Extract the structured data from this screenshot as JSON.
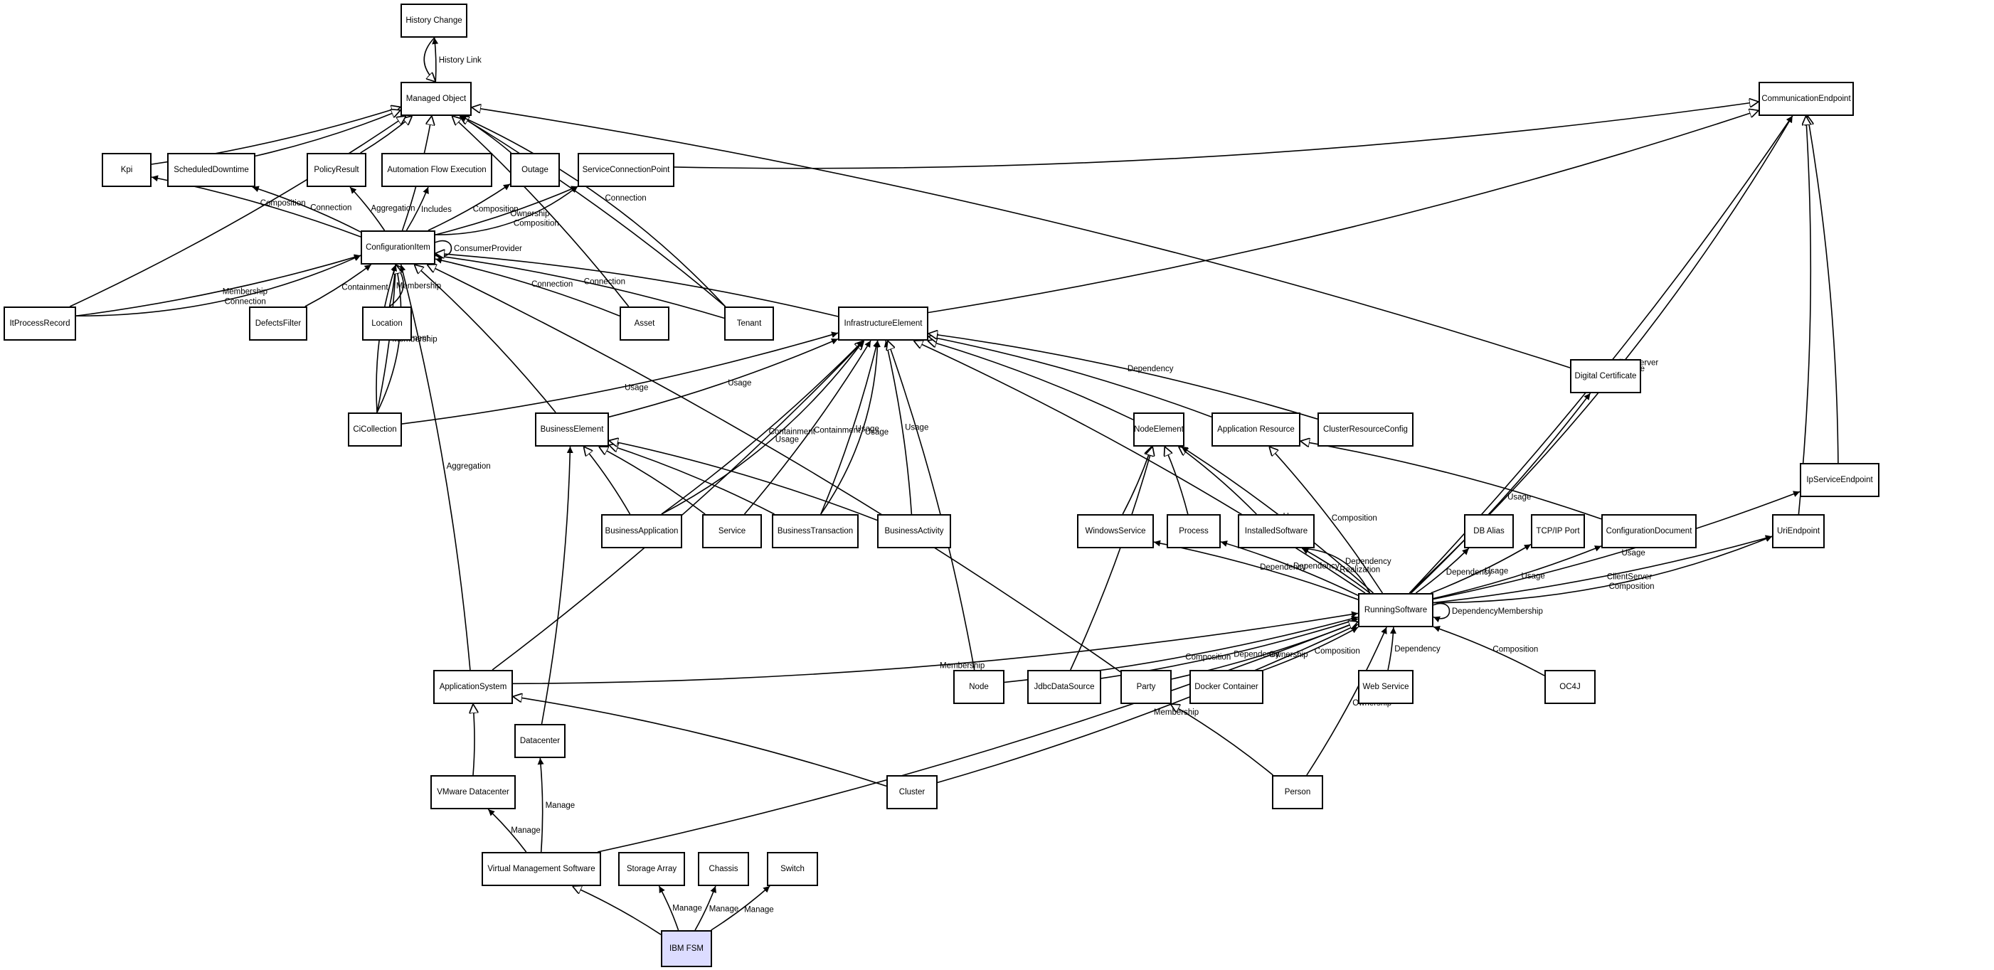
{
  "diagram": {
    "nodes": [
      {
        "id": "history_change",
        "label": "History Change"
      },
      {
        "id": "managed_object",
        "label": "Managed Object"
      },
      {
        "id": "communication_endpoint",
        "label": "CommunicationEndpoint"
      },
      {
        "id": "kpi",
        "label": "Kpi"
      },
      {
        "id": "scheduled_downtime",
        "label": "ScheduledDowntime"
      },
      {
        "id": "policy_result",
        "label": "PolicyResult"
      },
      {
        "id": "automation_flow_execution",
        "label": "Automation Flow Execution"
      },
      {
        "id": "outage",
        "label": "Outage"
      },
      {
        "id": "service_connection_point",
        "label": "ServiceConnectionPoint"
      },
      {
        "id": "configuration_item",
        "label": "ConfigurationItem"
      },
      {
        "id": "it_process_record",
        "label": "ItProcessRecord"
      },
      {
        "id": "defects_filter",
        "label": "DefectsFilter"
      },
      {
        "id": "location",
        "label": "Location"
      },
      {
        "id": "asset",
        "label": "Asset"
      },
      {
        "id": "tenant",
        "label": "Tenant"
      },
      {
        "id": "infrastructure_element",
        "label": "InfrastructureElement"
      },
      {
        "id": "digital_certificate",
        "label": "Digital Certificate"
      },
      {
        "id": "ci_collection",
        "label": "CiCollection"
      },
      {
        "id": "business_element",
        "label": "BusinessElement"
      },
      {
        "id": "node_element",
        "label": "NodeElement"
      },
      {
        "id": "application_resource",
        "label": "Application Resource"
      },
      {
        "id": "cluster_resource_config",
        "label": "ClusterResourceConfig"
      },
      {
        "id": "ip_service_endpoint",
        "label": "IpServiceEndpoint"
      },
      {
        "id": "business_application",
        "label": "BusinessApplication"
      },
      {
        "id": "service",
        "label": "Service"
      },
      {
        "id": "business_transaction",
        "label": "BusinessTransaction"
      },
      {
        "id": "business_activity",
        "label": "BusinessActivity"
      },
      {
        "id": "windows_service",
        "label": "WindowsService"
      },
      {
        "id": "process",
        "label": "Process"
      },
      {
        "id": "installed_software",
        "label": "InstalledSoftware"
      },
      {
        "id": "db_alias",
        "label": "DB Alias"
      },
      {
        "id": "tcpip_port",
        "label": "TCP/IP Port"
      },
      {
        "id": "configuration_document",
        "label": "ConfigurationDocument"
      },
      {
        "id": "uri_endpoint",
        "label": "UriEndpoint"
      },
      {
        "id": "running_software",
        "label": "RunningSoftware"
      },
      {
        "id": "application_system",
        "label": "ApplicationSystem"
      },
      {
        "id": "node",
        "label": "Node"
      },
      {
        "id": "jdbc_data_source",
        "label": "JdbcDataSource"
      },
      {
        "id": "party",
        "label": "Party"
      },
      {
        "id": "docker_container",
        "label": "Docker Container"
      },
      {
        "id": "web_service",
        "label": "Web Service"
      },
      {
        "id": "oc4j",
        "label": "OC4J"
      },
      {
        "id": "datacenter",
        "label": "Datacenter"
      },
      {
        "id": "vmware_datacenter",
        "label": "VMware Datacenter"
      },
      {
        "id": "cluster",
        "label": "Cluster"
      },
      {
        "id": "person",
        "label": "Person"
      },
      {
        "id": "virtual_management_software",
        "label": "Virtual Management Software"
      },
      {
        "id": "storage_array",
        "label": "Storage Array"
      },
      {
        "id": "chassis",
        "label": "Chassis"
      },
      {
        "id": "switch",
        "label": "Switch"
      },
      {
        "id": "ibm_fsm",
        "label": "IBM FSM",
        "highlight": true
      }
    ],
    "edges": [
      {
        "from": "managed_object",
        "to": "history_change",
        "label": "History Link",
        "arrow": "filled"
      },
      {
        "from": "history_change",
        "to": "managed_object",
        "label": "",
        "arrow": "hollow"
      },
      {
        "from": "kpi",
        "to": "managed_object",
        "label": "",
        "arrow": "hollow"
      },
      {
        "from": "scheduled_downtime",
        "to": "managed_object",
        "label": "",
        "arrow": "hollow"
      },
      {
        "from": "policy_result",
        "to": "managed_object",
        "label": "",
        "arrow": "hollow"
      },
      {
        "from": "outage",
        "to": "managed_object",
        "label": "",
        "arrow": "hollow"
      },
      {
        "from": "configuration_item",
        "to": "managed_object",
        "label": "",
        "arrow": "hollow"
      },
      {
        "from": "it_process_record",
        "to": "managed_object",
        "label": "",
        "arrow": "hollow"
      },
      {
        "from": "asset",
        "to": "managed_object",
        "label": "",
        "arrow": "hollow"
      },
      {
        "from": "tenant",
        "to": "managed_object",
        "label": "",
        "arrow": "hollow"
      },
      {
        "from": "tenant",
        "to": "managed_object",
        "label": "Connection",
        "arrow": "filled"
      },
      {
        "from": "digital_certificate",
        "to": "managed_object",
        "label": "",
        "arrow": "hollow"
      },
      {
        "from": "service_connection_point",
        "to": "communication_endpoint",
        "label": "",
        "arrow": "hollow"
      },
      {
        "from": "configuration_item",
        "to": "kpi",
        "label": "Composition",
        "arrow": "filled"
      },
      {
        "from": "configuration_item",
        "to": "scheduled_downtime",
        "label": "Connection",
        "arrow": "filled"
      },
      {
        "from": "configuration_item",
        "to": "policy_result",
        "label": "Aggregation",
        "arrow": "filled"
      },
      {
        "from": "configuration_item",
        "to": "automation_flow_execution",
        "label": "Includes",
        "arrow": "filled"
      },
      {
        "from": "configuration_item",
        "to": "outage",
        "label": "Composition",
        "arrow": "filled"
      },
      {
        "from": "configuration_item",
        "to": "service_connection_point",
        "label": "Ownership",
        "arrow": "filled"
      },
      {
        "from": "configuration_item",
        "to": "service_connection_point",
        "label": "Composition",
        "arrow": "filled"
      },
      {
        "from": "configuration_item",
        "to": "configuration_item",
        "label": "ConsumerProvider",
        "arrow": "filled"
      },
      {
        "from": "it_process_record",
        "to": "configuration_item",
        "label": "Membership",
        "arrow": "filled"
      },
      {
        "from": "it_process_record",
        "to": "configuration_item",
        "label": "Connection",
        "arrow": "filled"
      },
      {
        "from": "defects_filter",
        "to": "configuration_item",
        "label": "Containment",
        "arrow": "filled"
      },
      {
        "from": "location",
        "to": "configuration_item",
        "label": "Membership",
        "arrow": "filled"
      },
      {
        "from": "location",
        "to": "configuration_item",
        "label": "",
        "arrow": "hollow"
      },
      {
        "from": "asset",
        "to": "configuration_item",
        "label": "Connection",
        "arrow": "filled"
      },
      {
        "from": "tenant",
        "to": "configuration_item",
        "label": "Connection",
        "arrow": "filled"
      },
      {
        "from": "infrastructure_element",
        "to": "configuration_item",
        "label": "",
        "arrow": "hollow"
      },
      {
        "from": "business_element",
        "to": "configuration_item",
        "label": "",
        "arrow": "hollow"
      },
      {
        "from": "ci_collection",
        "to": "configuration_item",
        "label": "Membership",
        "arrow": "filled"
      },
      {
        "from": "ci_collection",
        "to": "configuration_item",
        "label": "",
        "arrow": "hollow"
      },
      {
        "from": "ci_collection",
        "to": "configuration_item",
        "label": "Containment",
        "arrow": "filled"
      },
      {
        "from": "application_system",
        "to": "configuration_item",
        "label": "Aggregation",
        "arrow": "filled"
      },
      {
        "from": "party",
        "to": "configuration_item",
        "label": "",
        "arrow": "hollow"
      },
      {
        "from": "infrastructure_element",
        "to": "communication_endpoint",
        "label": "",
        "arrow": "hollow"
      },
      {
        "from": "ci_collection",
        "to": "infrastructure_element",
        "label": "Usage",
        "arrow": "filled"
      },
      {
        "from": "business_element",
        "to": "infrastructure_element",
        "label": "Usage",
        "arrow": "filled"
      },
      {
        "from": "application_system",
        "to": "infrastructure_element",
        "label": "",
        "arrow": "hollow"
      },
      {
        "from": "business_application",
        "to": "infrastructure_element",
        "label": "Containment",
        "arrow": "filled"
      },
      {
        "from": "business_application",
        "to": "infrastructure_element",
        "label": "Usage",
        "arrow": "filled"
      },
      {
        "from": "service",
        "to": "infrastructure_element",
        "label": "Containment",
        "arrow": "filled"
      },
      {
        "from": "business_transaction",
        "to": "infrastructure_element",
        "label": "Usage",
        "arrow": "filled"
      },
      {
        "from": "business_transaction",
        "to": "infrastructure_element",
        "label": "Usage",
        "arrow": "filled"
      },
      {
        "from": "business_activity",
        "to": "infrastructure_element",
        "label": "Usage",
        "arrow": "filled"
      },
      {
        "from": "node",
        "to": "infrastructure_element",
        "label": "",
        "arrow": "hollow"
      },
      {
        "from": "node_element",
        "to": "infrastructure_element",
        "label": "",
        "arrow": "hollow"
      },
      {
        "from": "application_resource",
        "to": "infrastructure_element",
        "label": "",
        "arrow": "hollow"
      },
      {
        "from": "cluster_resource_config",
        "to": "infrastructure_element",
        "label": "Dependency",
        "arrow": "hollow"
      },
      {
        "from": "running_software",
        "to": "infrastructure_element",
        "label": "",
        "arrow": "hollow"
      },
      {
        "from": "business_application",
        "to": "business_element",
        "label": "",
        "arrow": "hollow"
      },
      {
        "from": "service",
        "to": "business_element",
        "label": "",
        "arrow": "hollow"
      },
      {
        "from": "business_transaction",
        "to": "business_element",
        "label": "",
        "arrow": "hollow"
      },
      {
        "from": "business_activity",
        "to": "business_element",
        "label": "",
        "arrow": "hollow"
      },
      {
        "from": "datacenter",
        "to": "business_element",
        "label": "",
        "arrow": "filled"
      },
      {
        "from": "windows_service",
        "to": "node_element",
        "label": "",
        "arrow": "hollow"
      },
      {
        "from": "process",
        "to": "node_element",
        "label": "",
        "arrow": "hollow"
      },
      {
        "from": "installed_software",
        "to": "node_element",
        "label": "",
        "arrow": "hollow"
      },
      {
        "from": "running_software",
        "to": "node_element",
        "label": "Usage",
        "arrow": "filled"
      },
      {
        "from": "jdbc_data_source",
        "to": "node_element",
        "label": "",
        "arrow": "hollow"
      },
      {
        "from": "running_software",
        "to": "application_resource",
        "label": "Composition",
        "arrow": "hollow"
      },
      {
        "from": "configuration_document",
        "to": "application_resource",
        "label": "",
        "arrow": "hollow"
      },
      {
        "from": "running_software",
        "to": "digital_certificate",
        "label": "Usage",
        "arrow": "filled"
      },
      {
        "from": "ip_service_endpoint",
        "to": "communication_endpoint",
        "label": "",
        "arrow": "hollow"
      },
      {
        "from": "uri_endpoint",
        "to": "communication_endpoint",
        "label": "",
        "arrow": "hollow"
      },
      {
        "from": "running_software",
        "to": "communication_endpoint",
        "label": "ClientServer",
        "arrow": "filled"
      },
      {
        "from": "running_software",
        "to": "communication_endpoint",
        "label": "Usage",
        "arrow": "filled"
      },
      {
        "from": "running_software",
        "to": "windows_service",
        "label": "Dependency",
        "arrow": "filled"
      },
      {
        "from": "running_software",
        "to": "process",
        "label": "Dependency",
        "arrow": "filled"
      },
      {
        "from": "running_software",
        "to": "installed_software",
        "label": "Realization",
        "arrow": "filled"
      },
      {
        "from": "running_software",
        "to": "installed_software",
        "label": "Dependency",
        "arrow": "filled"
      },
      {
        "from": "running_software",
        "to": "db_alias",
        "label": "Dependency",
        "arrow": "filled"
      },
      {
        "from": "running_software",
        "to": "tcpip_port",
        "label": "Usage",
        "arrow": "filled"
      },
      {
        "from": "running_software",
        "to": "configuration_document",
        "label": "Usage",
        "arrow": "filled"
      },
      {
        "from": "running_software",
        "to": "uri_endpoint",
        "label": "ClientServer",
        "arrow": "filled"
      },
      {
        "from": "running_software",
        "to": "uri_endpoint",
        "label": "Composition",
        "arrow": "filled"
      },
      {
        "from": "running_software",
        "to": "ip_service_endpoint",
        "label": "Usage",
        "arrow": "filled"
      },
      {
        "from": "running_software",
        "to": "running_software",
        "label": "DependencyMembership",
        "arrow": "filled"
      },
      {
        "from": "application_system",
        "to": "running_software",
        "label": "Membership",
        "arrow": "filled"
      },
      {
        "from": "node",
        "to": "running_software",
        "label": "Composition",
        "arrow": "filled"
      },
      {
        "from": "jdbc_data_source",
        "to": "running_software",
        "label": "Dependency",
        "arrow": "filled"
      },
      {
        "from": "party",
        "to": "running_software",
        "label": "Ownership",
        "arrow": "filled"
      },
      {
        "from": "docker_container",
        "to": "running_software",
        "label": "Composition",
        "arrow": "filled"
      },
      {
        "from": "web_service",
        "to": "running_software",
        "label": "Dependency",
        "arrow": "filled"
      },
      {
        "from": "oc4j",
        "to": "running_software",
        "label": "Composition",
        "arrow": "filled"
      },
      {
        "from": "cluster",
        "to": "running_software",
        "label": "Membership",
        "arrow": "filled"
      },
      {
        "from": "person",
        "to": "running_software",
        "label": "Ownership",
        "arrow": "filled"
      },
      {
        "from": "virtual_management_software",
        "to": "running_software",
        "label": "",
        "arrow": "hollow"
      },
      {
        "from": "person",
        "to": "party",
        "label": "",
        "arrow": "hollow"
      },
      {
        "from": "cluster",
        "to": "application_system",
        "label": "",
        "arrow": "hollow"
      },
      {
        "from": "vmware_datacenter",
        "to": "application_system",
        "label": "",
        "arrow": "hollow"
      },
      {
        "from": "virtual_management_software",
        "to": "vmware_datacenter",
        "label": "Manage",
        "arrow": "filled"
      },
      {
        "from": "virtual_management_software",
        "to": "datacenter",
        "label": "Manage",
        "arrow": "filled"
      },
      {
        "from": "ibm_fsm",
        "to": "virtual_management_software",
        "label": "",
        "arrow": "hollow"
      },
      {
        "from": "ibm_fsm",
        "to": "storage_array",
        "label": "Manage",
        "arrow": "filled"
      },
      {
        "from": "ibm_fsm",
        "to": "chassis",
        "label": "Manage",
        "arrow": "filled"
      },
      {
        "from": "ibm_fsm",
        "to": "switch",
        "label": "Manage",
        "arrow": "filled"
      }
    ]
  }
}
